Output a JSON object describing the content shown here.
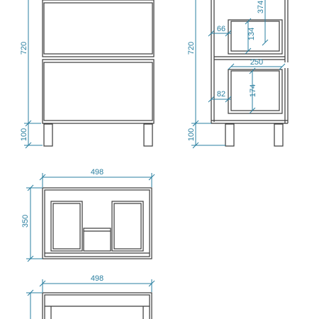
{
  "colors": {
    "outline": "#3a3a3a",
    "dimension": "#2a7fa0",
    "background": "#ffffff"
  },
  "dimensions": {
    "front_height": "720",
    "front_legs": "100",
    "side_height": "720",
    "side_legs": "100",
    "drawer1_height": "374",
    "drawer1_inner": "134",
    "drawer1_offset": "66",
    "drawer2_depth": "250",
    "drawer2_inner": "174",
    "drawer2_offset": "82",
    "plan_width": "498",
    "plan_depth": "350",
    "bottom_width": "498"
  }
}
